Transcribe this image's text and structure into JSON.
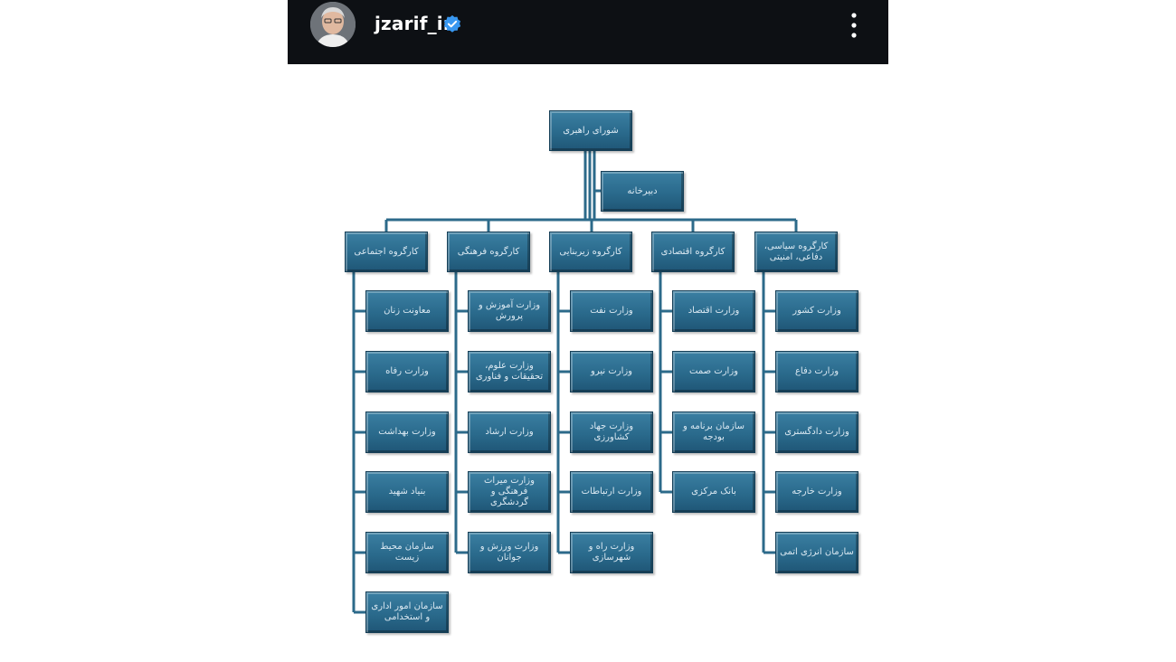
{
  "header": {
    "username": "jzarif_ir",
    "avatar": "profile-avatar",
    "verified_icon": "verified-badge-icon",
    "more_icon": "more-options-icon",
    "background": "#0d1014"
  },
  "diagram": {
    "node_color": "#2a6a8c",
    "line_color": "#2c6a8a",
    "root": "شورای راهبری",
    "secretariat": "دبیرخانه",
    "groups": [
      {
        "title": "کارگروه اجتماعی",
        "items": [
          "معاونت زنان",
          "وزارت رفاه",
          "وزارت بهداشت",
          "بنیاد شهید",
          "سازمان محیط زیست",
          "سازمان امور اداری و استخدامی"
        ]
      },
      {
        "title": "کارگروه فرهنگی",
        "items": [
          "وزارت آموزش و پرورش",
          "وزارت علوم، تحقیقات و فناوری",
          "وزارت ارشاد",
          "وزارت میراث فرهنگی و گردشگری",
          "وزارت ورزش و جوانان"
        ]
      },
      {
        "title": "کارگروه زیربنایی",
        "items": [
          "وزارت نفت",
          "وزارت نیرو",
          "وزارت جهاد کشاورزی",
          "وزارت ارتباطات",
          "وزارت راه و شهرسازی"
        ]
      },
      {
        "title": "کارگروه اقتصادی",
        "items": [
          "وزارت اقتصاد",
          "وزارت صمت",
          "سازمان برنامه و بودجه",
          "بانک مرکزی"
        ]
      },
      {
        "title": "کارگروه سیاسی، دفاعی، امنیتی",
        "items": [
          "وزارت کشور",
          "وزارت دفاع",
          "وزارت دادگستری",
          "وزارت خارجه",
          "سازمان انرژی اتمی"
        ]
      }
    ]
  }
}
